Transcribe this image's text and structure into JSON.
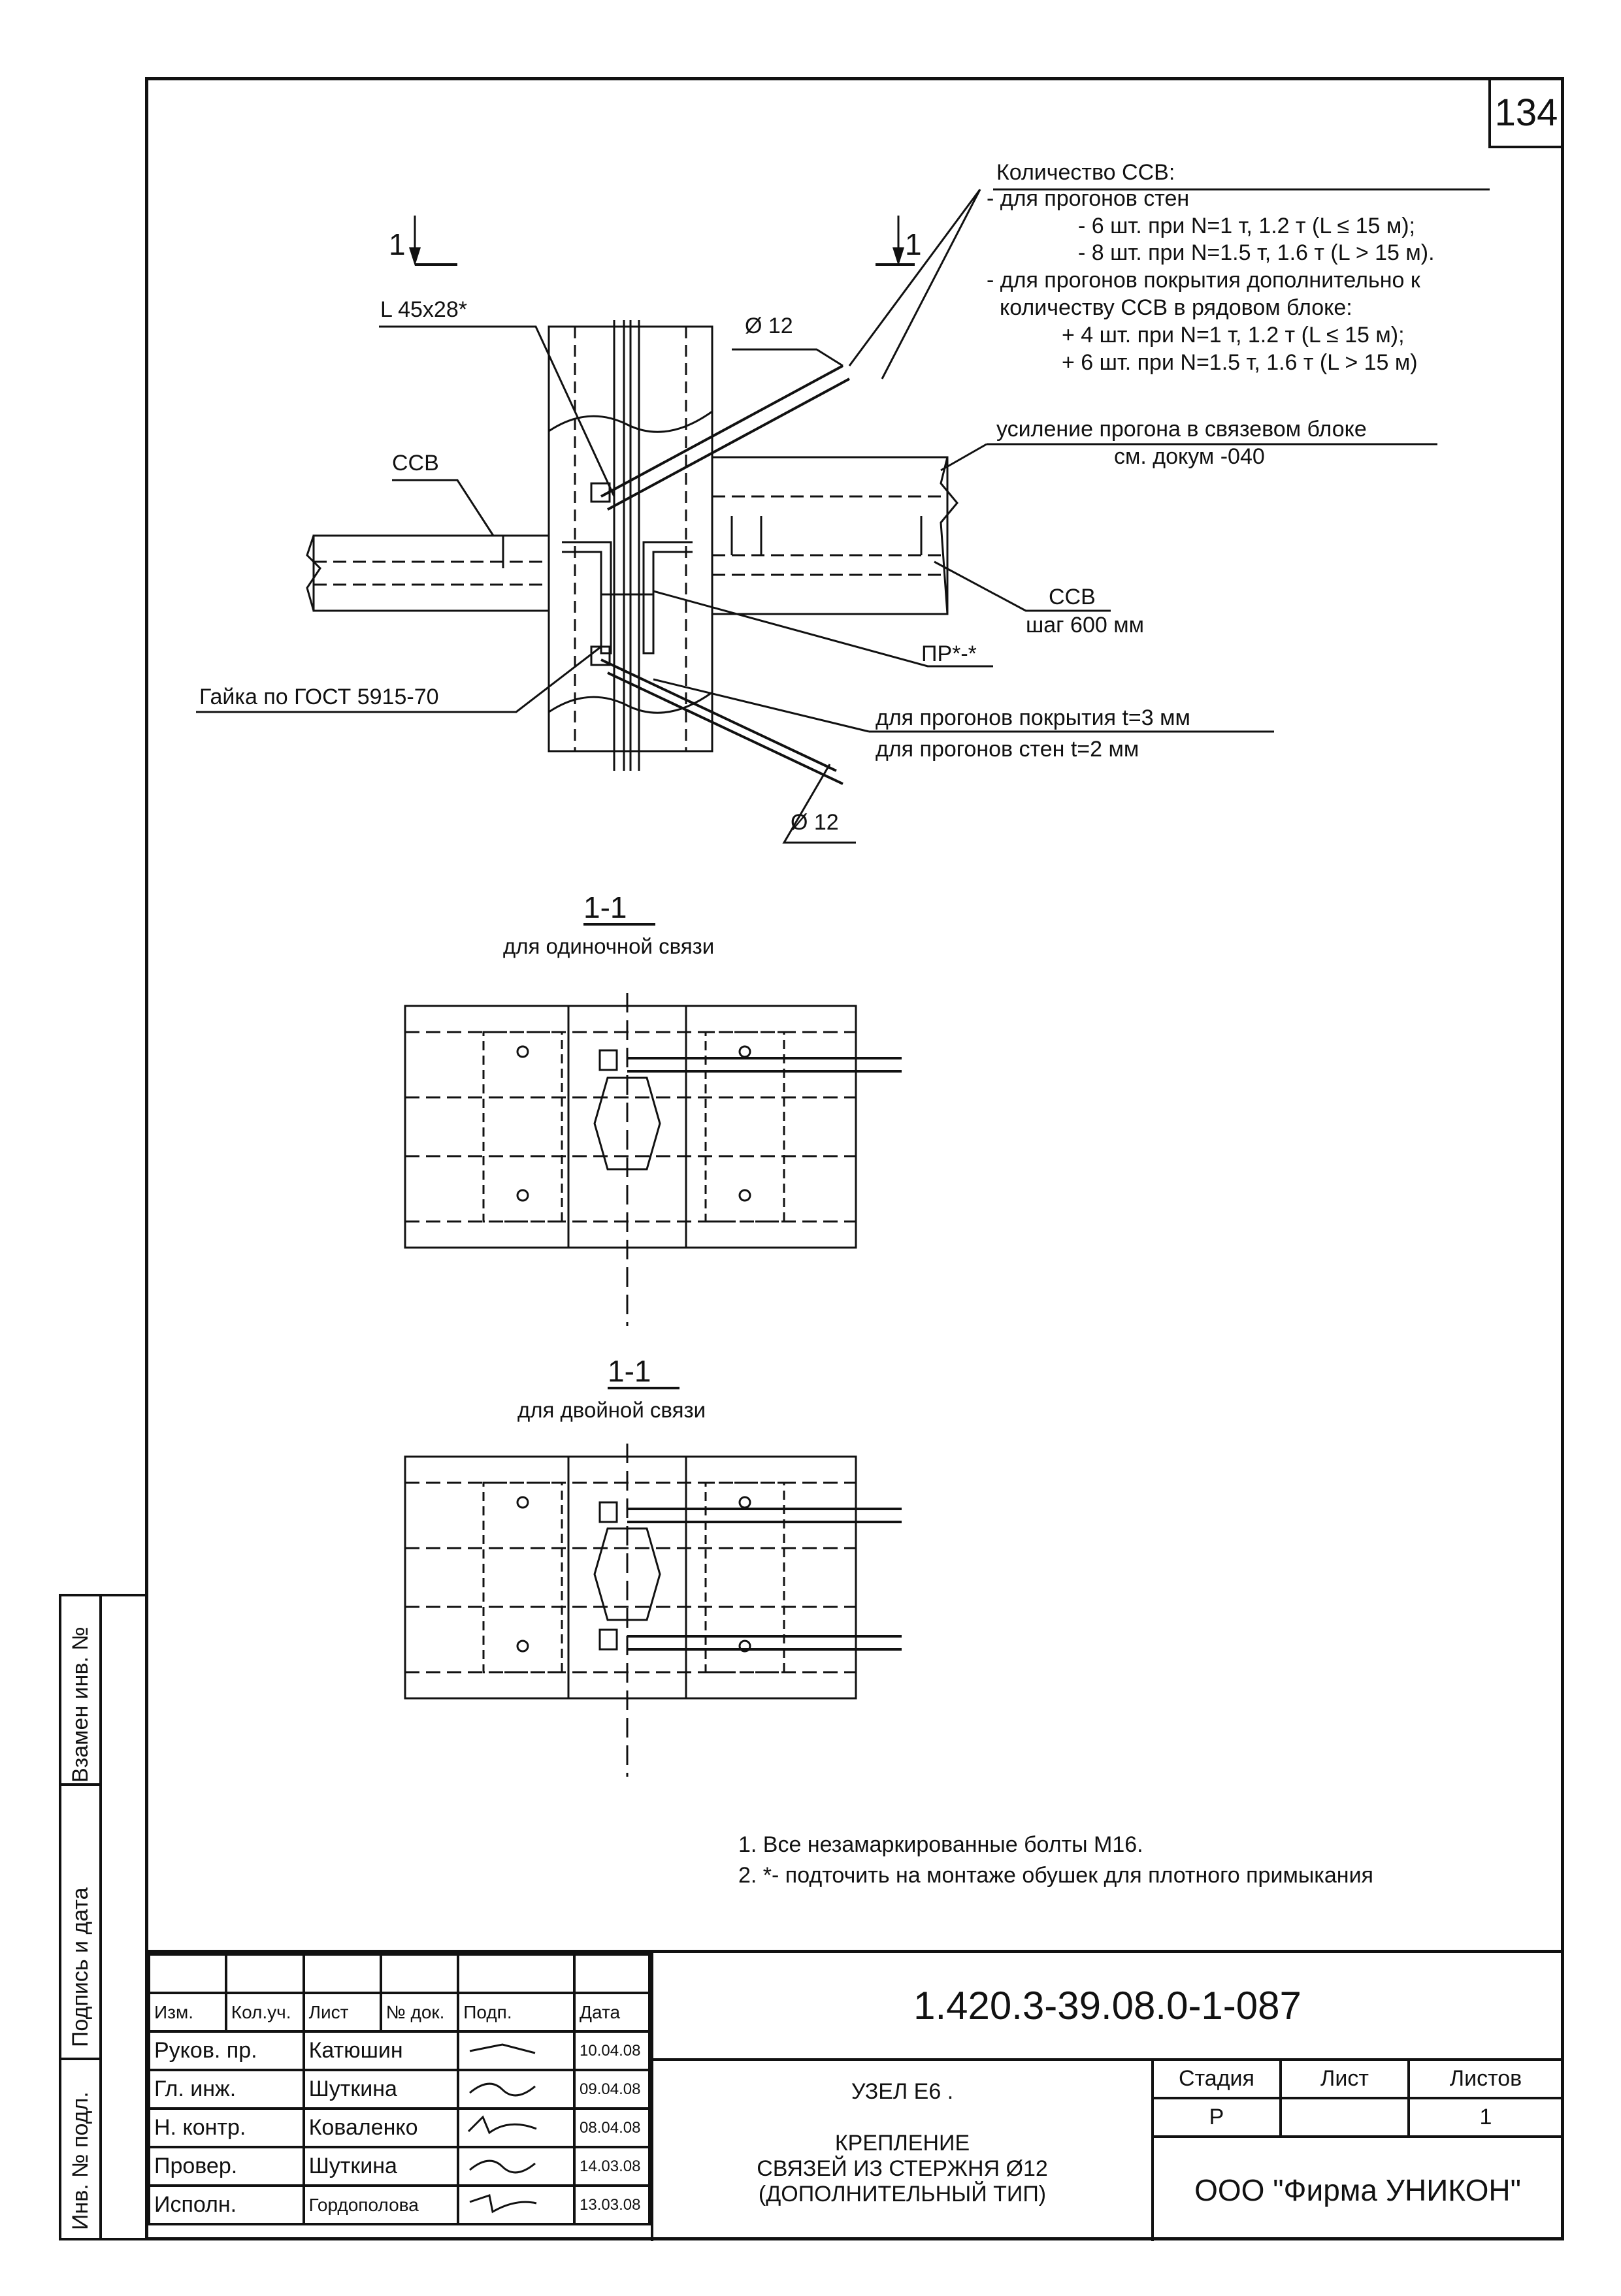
{
  "sheet_number": "134",
  "section_marks": {
    "left": "1",
    "right": "1"
  },
  "callouts": {
    "count_header": "Количество ССВ:",
    "count_lines": [
      "- для прогонов стен",
      "- 6 шт. при N=1 т, 1.2 т (L ≤ 15 м);",
      "- 8 шт. при N=1.5 т, 1.6 т (L > 15 м).",
      "- для прогонов покрытия дополнительно к",
      "количеству ССВ в рядовом блоке:",
      "+ 4 шт. при N=1 т, 1.2 т (L ≤ 15 м);",
      "+ 6 шт. при N=1.5 т, 1.6 т (L > 15 м)"
    ],
    "angle": "L 45x28*",
    "diameter_top": "Ø 12",
    "diameter_bottom": "Ø 12",
    "ssv_left": "ССВ",
    "reinforcement": "усиление прогона в связевом блоке",
    "reinforcement_ref": "см. докум -040",
    "ssv_right": "ССВ",
    "ssv_right_step": "шаг 600 мм",
    "plate": "ПР*-*",
    "nut": "Гайка по ГОСТ 5915-70",
    "roof_purlins": "для прогонов покрытия t=3 мм",
    "wall_purlins": "для прогонов стен t=2 мм"
  },
  "sections": [
    {
      "title": "1-1",
      "subtitle": "для одиночной связи"
    },
    {
      "title": "1-1",
      "subtitle": "для двойной связи"
    }
  ],
  "notes": [
    "1. Все незамаркированные болты М16.",
    "2. *- подточить на монтаже обушек для плотного примыкания"
  ],
  "side_strip": [
    "Взамен инв. №",
    "Подпись и дата",
    "Инв. № подл."
  ],
  "title_block": {
    "designation": "1.420.3-39.08.0-1-087",
    "headers": [
      "Изм.",
      "Кол.уч.",
      "Лист",
      "№ док.",
      "Подп.",
      "Дата"
    ],
    "people": [
      {
        "role": "Руков. пр.",
        "name": "Катюшин",
        "date": "10.04.08"
      },
      {
        "role": "Гл. инж.",
        "name": "Шуткина",
        "date": "09.04.08"
      },
      {
        "role": "Н. контр.",
        "name": "Коваленко",
        "date": "08.04.08"
      },
      {
        "role": "Провер.",
        "name": "Шуткина",
        "date": "14.03.08"
      },
      {
        "role": "Исполн.",
        "name": "Гордополова",
        "date": "13.03.08"
      }
    ],
    "title_line1": "УЗЕЛ Е6 .",
    "title_line2": "КРЕПЛЕНИЕ",
    "title_line3": "СВЯЗЕЙ ИЗ СТЕРЖНЯ Ø12",
    "title_line4": "(ДОПОЛНИТЕЛЬНЫЙ ТИП)",
    "stage_label": "Стадия",
    "sheet_label": "Лист",
    "sheets_label": "Листов",
    "stage": "Р",
    "sheet": "",
    "sheets": "1",
    "company": "ООО \"Фирма УНИКОН\""
  }
}
